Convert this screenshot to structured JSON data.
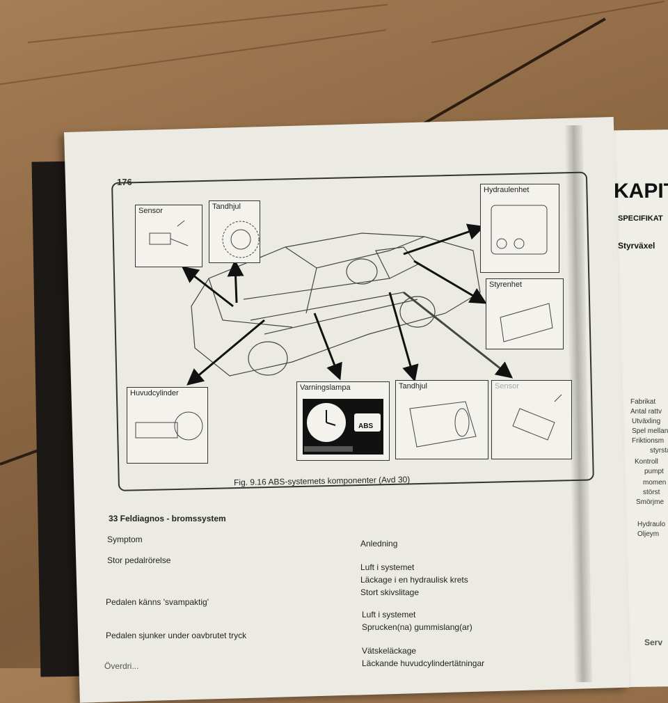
{
  "page": {
    "page_number": "176"
  },
  "figure": {
    "caption": "Fig. 9.16 ABS-systemets komponenter (Avd 30)",
    "boxes": {
      "sensor_top": "Sensor",
      "tandhjul_top": "Tandhjul",
      "hydraulenhet": "Hydraulenhet",
      "styrenhet": "Styrenhet",
      "huvudcylinder": "Huvudcylinder",
      "varningslampa": "Varningslampa",
      "tandhjul_bottom": "Tandhjul",
      "sensor_bottom": "Sensor",
      "abs_badge": "ABS"
    }
  },
  "section": {
    "title": "33 Feldiagnos - bromssystem",
    "symptom_header": "Symptom",
    "cause_header": "Anledning",
    "rows": [
      {
        "symptom": "Stor pedalrörelse",
        "causes": [
          "Luft i systemet",
          "Läckage i en hydraulisk krets",
          "Stort skivslitage"
        ]
      },
      {
        "symptom": "Pedalen känns 'svampaktig'",
        "causes": [
          "Luft i systemet",
          "Sprucken(na) gummislang(ar)"
        ]
      },
      {
        "symptom": "Pedalen sjunker under oavbrutet tryck",
        "causes": [
          "Vätskeläckage",
          "Läckande huvudcylindertätningar"
        ]
      }
    ],
    "cut_line": "Överdri..."
  },
  "right_page": {
    "heading": "KAPIT",
    "sub1": "SPECIFIKAT",
    "sub2": "Styrväxel",
    "list": [
      "Fabrikat",
      "Antal rattv",
      "Utväxling",
      "Spel mellan",
      "Friktionsm",
      "styrstag",
      "Kontroll",
      "pumpt",
      "momen",
      "störst",
      "Smörjme",
      "Hydraulo",
      "Oljeym"
    ],
    "footer": "Serv"
  }
}
